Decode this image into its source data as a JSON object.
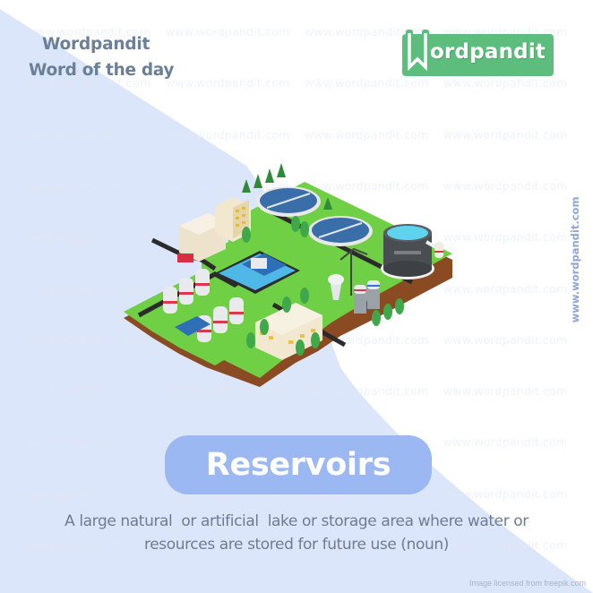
{
  "header": {
    "brand_title": "Wordpandit",
    "brand_subtitle": "Word of the day"
  },
  "logo": {
    "text": "ordpandit",
    "initial_icon": "bookmark-w-icon",
    "color": "#5dbd7d"
  },
  "side_url": "www.wordpandit.com",
  "watermark_text": "www.wordpandit.com",
  "illustration": {
    "description": "Isometric water treatment plant with clarifier tanks, storage tank, filter cylinders, buildings, roads and trees",
    "icon": "water-treatment-plant-illustration"
  },
  "word": {
    "label": "Reservoirs",
    "pill_color": "#9cb8f2"
  },
  "definition": {
    "line1": "A large natural  or artificial  lake or storage area where water or",
    "line2": "resources are stored for future use (noun)"
  },
  "credit": "Image licensed from freepik.com",
  "colors": {
    "background_shape": "#dce6fa",
    "heading_text": "#6b7f99",
    "definition_text": "#6e7c93",
    "side_url": "#8ea6d6"
  }
}
